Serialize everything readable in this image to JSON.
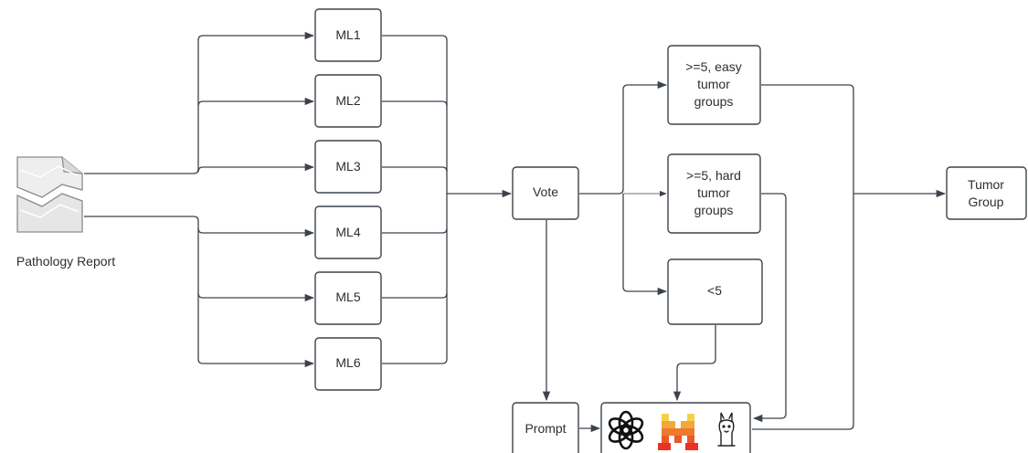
{
  "diagram": {
    "source_label": "Pathology Report",
    "models": [
      "ML1",
      "ML2",
      "ML3",
      "ML4",
      "ML5",
      "ML6"
    ],
    "vote": "Vote",
    "branches": {
      "easy": [
        "&gt;=5, easy",
        "tumor",
        "groups"
      ],
      "hard": [
        "&gt;=5, hard",
        "tumor",
        "groups"
      ],
      "low": "&lt;5"
    },
    "prompt": "Prompt",
    "output": [
      "Tumor",
      "Group"
    ],
    "llm_icons": [
      "openai-logo-icon",
      "mistral-logo-icon",
      "llama-logo-icon"
    ],
    "colors": {
      "stroke": "#3d434b",
      "mistral": [
        "#f7d046",
        "#f2a73b",
        "#ee792f",
        "#eb5829",
        "#ea3326"
      ]
    }
  }
}
